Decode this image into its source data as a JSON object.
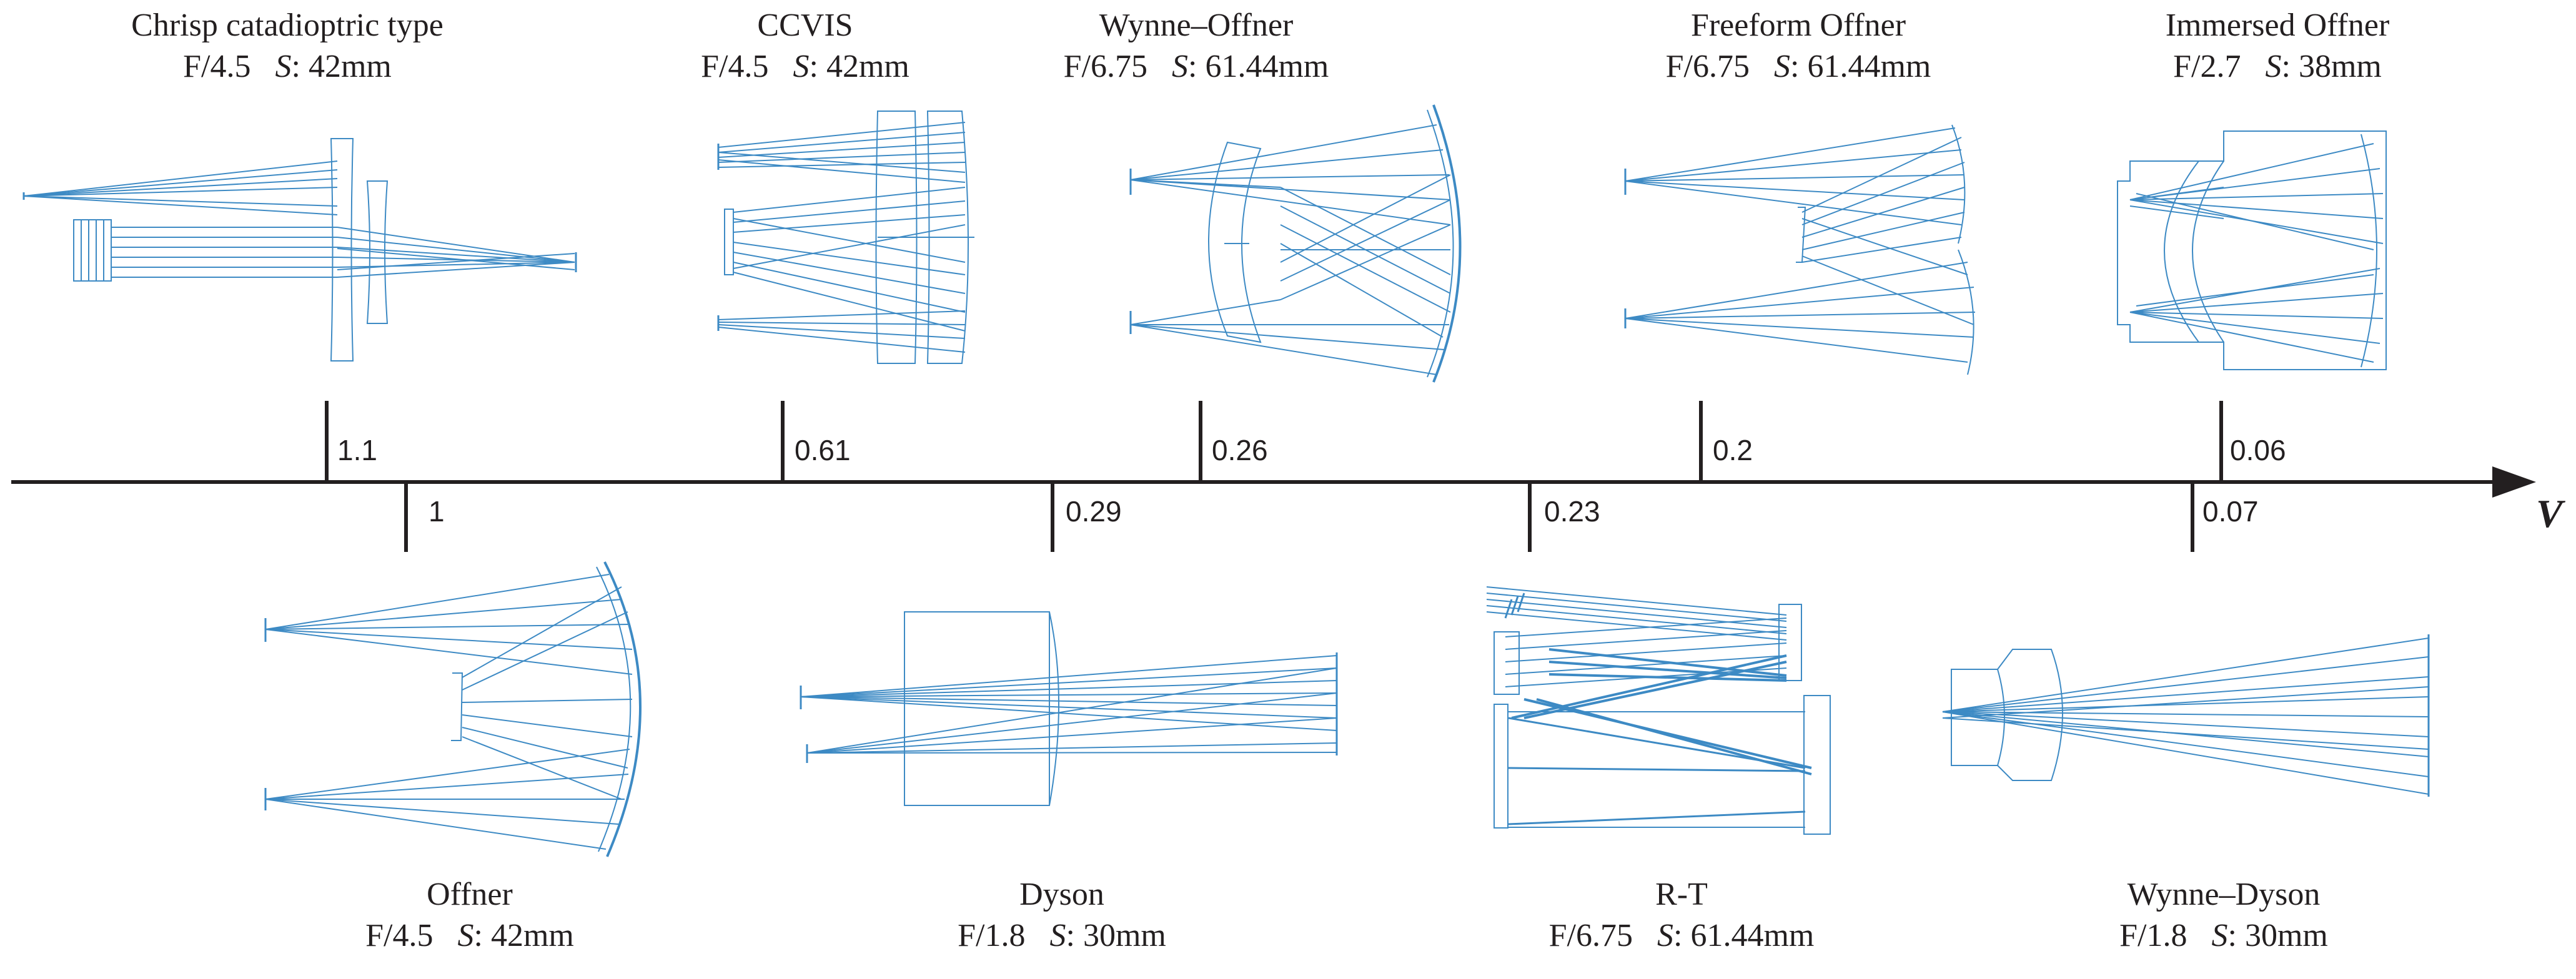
{
  "colors": {
    "ray": "#3d8ac4",
    "lens": "#6a9fcc",
    "axis": "#231f20",
    "text": "#231f20"
  },
  "axis": {
    "variable": "V"
  },
  "systems_top": [
    {
      "name": "Chrisp catadioptric type",
      "f_number": "F/4.5",
      "s_label": "S",
      "s_value": ": 42mm",
      "v_value": "1.1"
    },
    {
      "name": "CCVIS",
      "f_number": "F/4.5",
      "s_label": "S",
      "s_value": ": 42mm",
      "v_value": "0.61"
    },
    {
      "name": "Wynne–Offner",
      "f_number": "F/6.75",
      "s_label": "S",
      "s_value": ": 61.44mm",
      "v_value": "0.26"
    },
    {
      "name": "Freeform Offner",
      "f_number": "F/6.75",
      "s_label": "S",
      "s_value": ": 61.44mm",
      "v_value": "0.2"
    },
    {
      "name": "Immersed Offner",
      "f_number": "F/2.7",
      "s_label": "S",
      "s_value": ": 38mm",
      "v_value": "0.06"
    }
  ],
  "systems_bottom": [
    {
      "name": "Offner",
      "f_number": "F/4.5",
      "s_label": "S",
      "s_value": ": 42mm",
      "v_value": "1"
    },
    {
      "name": "Dyson",
      "f_number": "F/1.8",
      "s_label": "S",
      "s_value": ": 30mm",
      "v_value": "0.29"
    },
    {
      "name": "R-T",
      "f_number": "F/6.75",
      "s_label": "S",
      "s_value": ": 61.44mm",
      "v_value": "0.23"
    },
    {
      "name": "Wynne–Dyson",
      "f_number": "F/1.8",
      "s_label": "S",
      "s_value": ": 30mm",
      "v_value": "0.07"
    }
  ]
}
